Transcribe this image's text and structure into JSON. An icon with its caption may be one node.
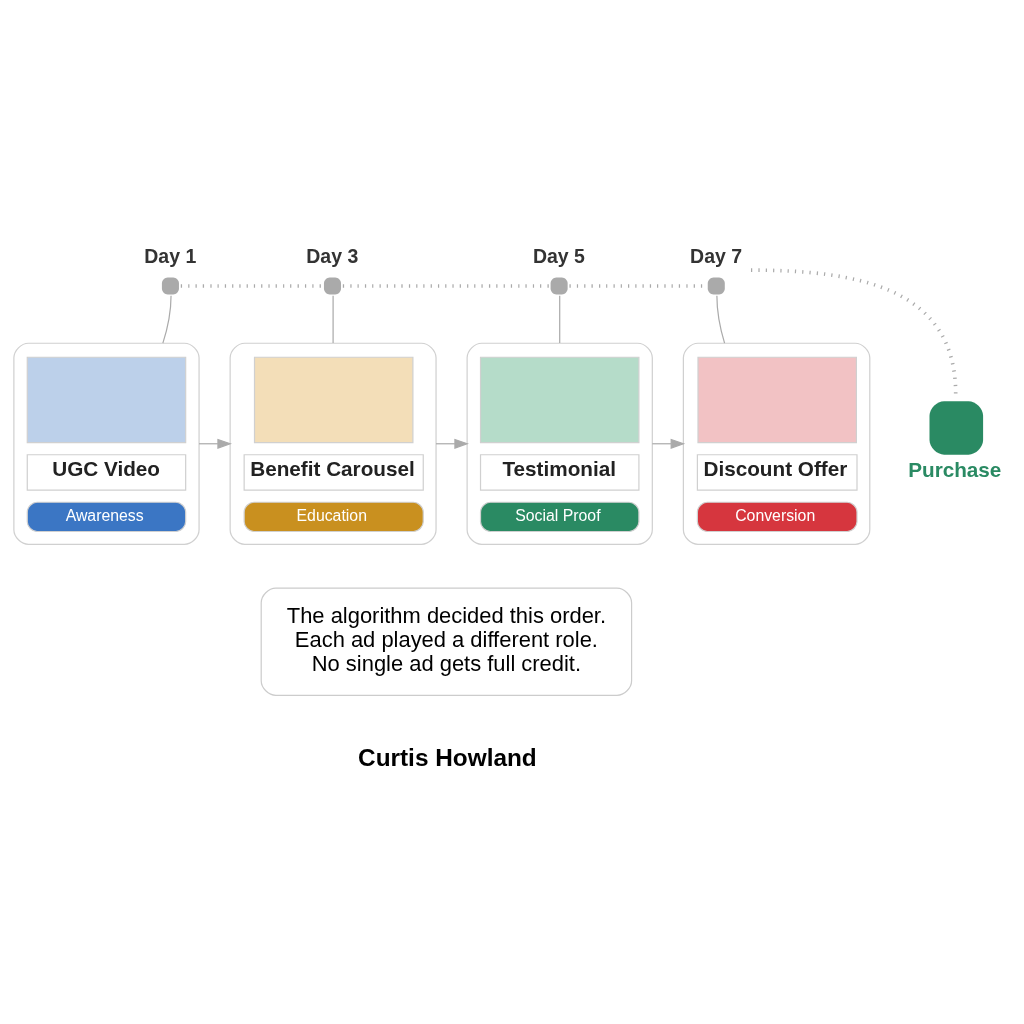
{
  "diagram": {
    "nodes": [
      {
        "text": [
          "Day 1"
        ]
      },
      {
        "text": [
          "Day 3"
        ]
      },
      {
        "text": [
          "Day 5"
        ]
      },
      {
        "text": [
          "Day 7"
        ]
      },
      {
        "text": [
          "UGC Video",
          "Awareness"
        ]
      },
      {
        "text": [
          "Benefit Carousel",
          "Education"
        ]
      },
      {
        "text": [
          "Testimonial",
          "Social Proof"
        ]
      },
      {
        "text": [
          "Discount Offer",
          "Conversion"
        ]
      },
      {
        "text": [
          "Purchase"
        ]
      },
      {
        "text": [
          "The algorithm decided this order. Each ad played a different role. No single ad gets full credit."
        ]
      }
    ],
    "edges": [
      {
        "from": 0,
        "to": 1,
        "arrow": "none",
        "style": "dashed"
      },
      {
        "from": 1,
        "to": 2,
        "arrow": "none",
        "style": "dashed"
      },
      {
        "from": 2,
        "to": 3,
        "arrow": "none",
        "style": "dashed"
      },
      {
        "from": 3,
        "to": 8,
        "arrow": "none",
        "style": "dashed"
      },
      {
        "from": 0,
        "to": 4,
        "arrow": "none"
      },
      {
        "from": 1,
        "to": 5,
        "arrow": "none"
      },
      {
        "from": 2,
        "to": 6,
        "arrow": "none"
      },
      {
        "from": 3,
        "to": 7,
        "arrow": "none"
      },
      {
        "from": 4,
        "to": 5,
        "arrow": "to"
      },
      {
        "from": 5,
        "to": 6,
        "arrow": "to"
      },
      {
        "from": 6,
        "to": 7,
        "arrow": "to"
      }
    ],
    "labels": [
      "Curtis Howland"
    ]
  }
}
